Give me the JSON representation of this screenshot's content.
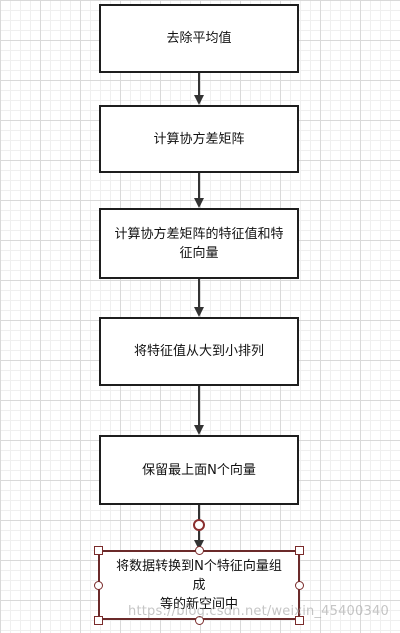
{
  "flowchart": {
    "steps": [
      "去除平均值",
      "计算协方差矩阵",
      "计算协方差矩阵的特征值和特征向量",
      "将特征值从大到小排列",
      "保留最上面N个向量",
      "将数据转换到N个特征向量组成等的新空间中"
    ],
    "step3_lines": [
      "计算协方差矩阵的特征值和特",
      "征向量"
    ],
    "step6_lines": [
      "将数据转换到N个特征向量组成",
      "等的新空间中"
    ]
  },
  "watermark": "https://blog.csdn.net/weixin_45400340"
}
